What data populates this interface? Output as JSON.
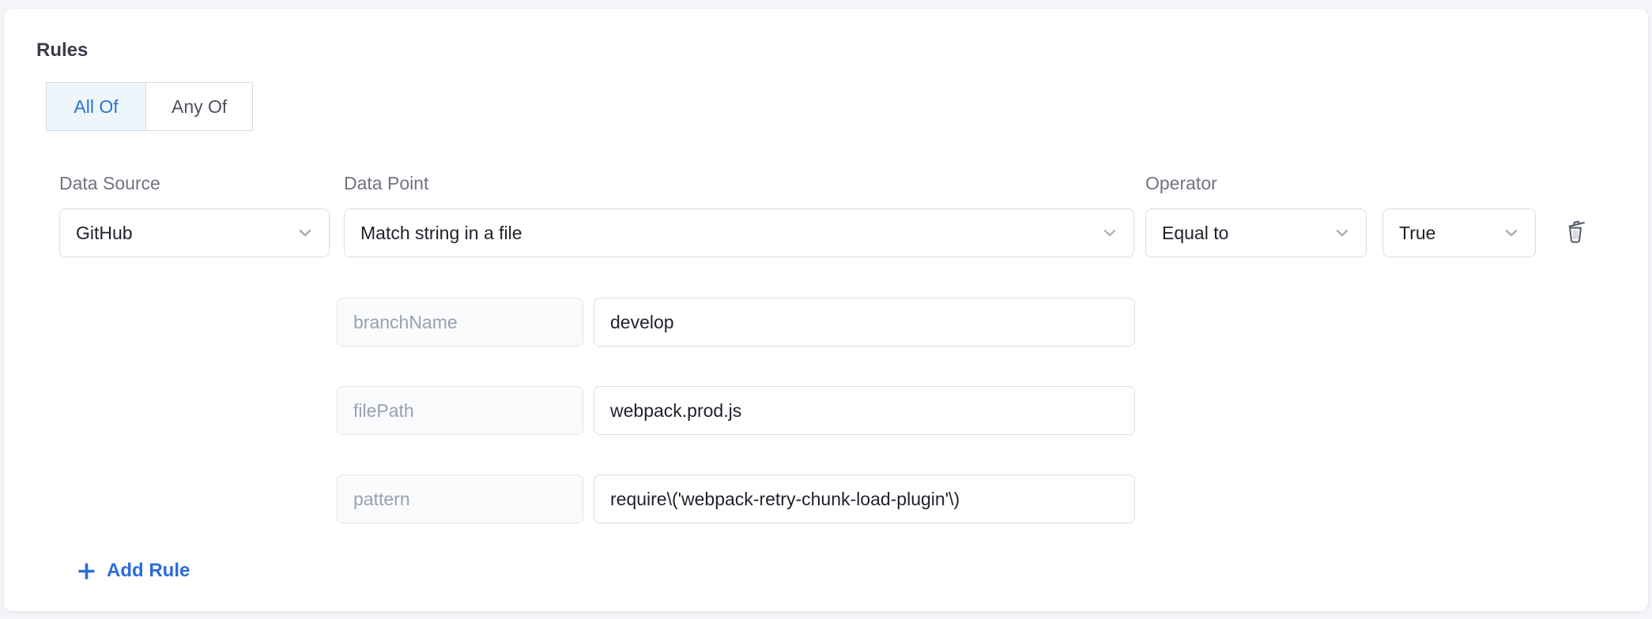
{
  "card": {
    "heading": "Rules"
  },
  "match_mode": {
    "all_of_label": "All Of",
    "any_of_label": "Any Of",
    "selected": "All Of"
  },
  "rule": {
    "data_source": {
      "label": "Data Source",
      "value": "GitHub"
    },
    "data_point": {
      "label": "Data Point",
      "value": "Match string in a file"
    },
    "operator": {
      "label": "Operator",
      "value": "Equal to"
    },
    "operand": {
      "value": "True"
    },
    "params": [
      {
        "name": "branchName",
        "value": "develop"
      },
      {
        "name": "filePath",
        "value": "webpack.prod.js"
      },
      {
        "name": "pattern",
        "value": "require\\('webpack-retry-chunk-load-plugin'\\)"
      }
    ]
  },
  "actions": {
    "add_rule_label": "Add Rule"
  },
  "colors": {
    "accent_blue": "#2b6cd9",
    "selected_segment_bg": "#ecf6fb",
    "selected_segment_text": "#2e70d8",
    "card_bg": "#ffffff",
    "page_bg": "#f4f5f8",
    "icon_slate": "#5a5f70"
  }
}
